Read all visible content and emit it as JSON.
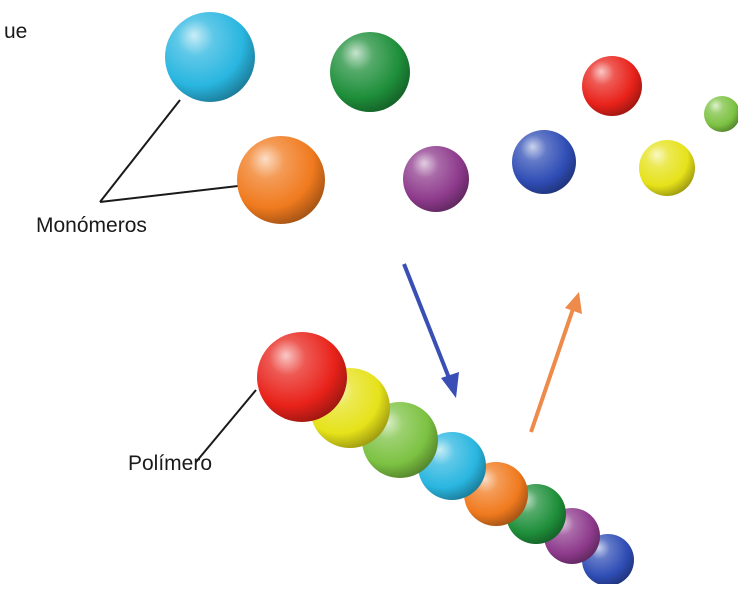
{
  "corner_text": "ue",
  "labels": {
    "monomers": "Monómeros",
    "polymer": "Polímero"
  },
  "colors": {
    "cyan": "#29b6e0",
    "green": "#1e8f3a",
    "red": "#e8221a",
    "lime": "#7cc242",
    "orange": "#f07a1e",
    "purple": "#8e3a8c",
    "blue": "#2f4db5",
    "yellow": "#e6e21a",
    "arrow_blue": "#3a4fb5",
    "arrow_orange": "#ee8a4a"
  },
  "monomers": [
    {
      "name": "cyan-monomer",
      "color": "cyan"
    },
    {
      "name": "green-monomer",
      "color": "green"
    },
    {
      "name": "red-monomer",
      "color": "red"
    },
    {
      "name": "lime-monomer",
      "color": "lime"
    },
    {
      "name": "orange-monomer",
      "color": "orange"
    },
    {
      "name": "purple-monomer",
      "color": "purple"
    },
    {
      "name": "blue-monomer",
      "color": "blue"
    },
    {
      "name": "yellow-monomer",
      "color": "yellow"
    }
  ],
  "polymer_chain": [
    "red",
    "yellow",
    "lime",
    "cyan",
    "orange",
    "green",
    "purple",
    "blue"
  ]
}
